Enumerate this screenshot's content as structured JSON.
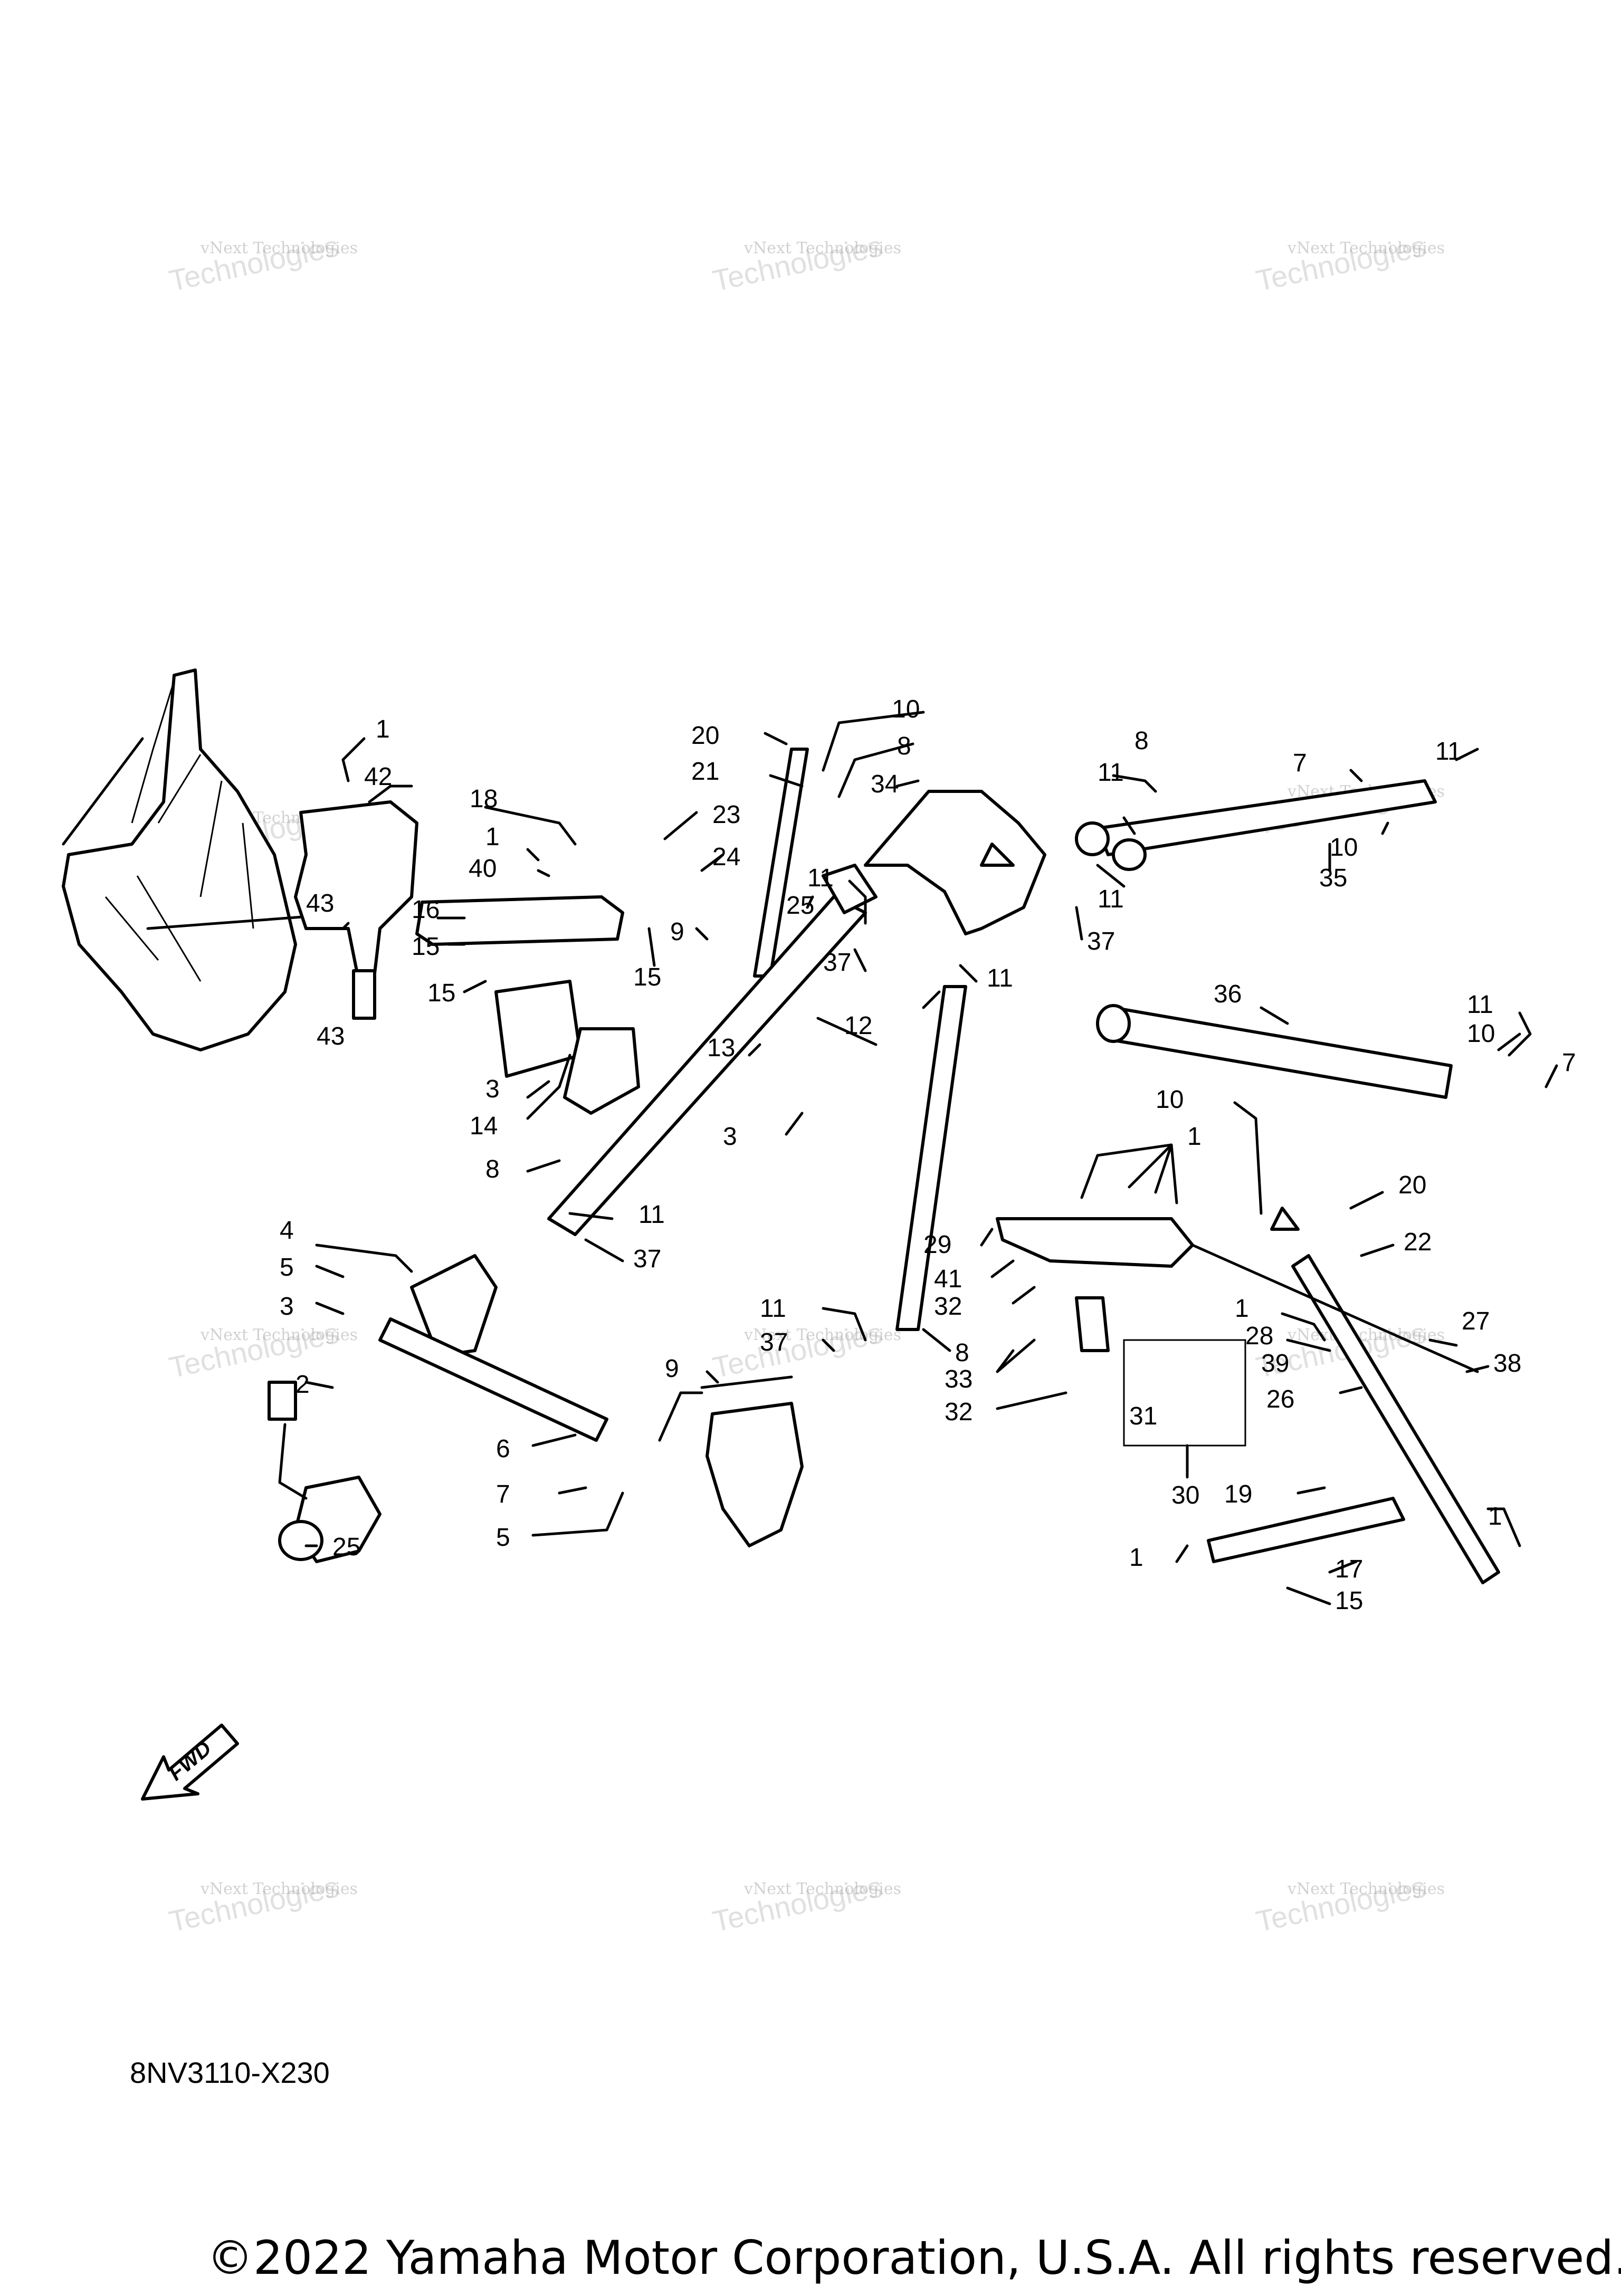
{
  "diagram_code": "8NV3110-X230",
  "copyright": "©2022 Yamaha Motor Corporation, U.S.A. All rights reserved.",
  "fwd_label": "FWD",
  "watermark": {
    "line1": "vNext Technologies",
    "line2": "Technologies",
    "line3": "vNext"
  },
  "callouts": [
    {
      "id": "c1",
      "label": "1"
    },
    {
      "id": "c42",
      "label": "42"
    },
    {
      "id": "c43a",
      "label": "43"
    },
    {
      "id": "c43b",
      "label": "43"
    },
    {
      "id": "c18",
      "label": "18"
    },
    {
      "id": "c1b",
      "label": "1"
    },
    {
      "id": "c40",
      "label": "40"
    },
    {
      "id": "c16",
      "label": "16"
    },
    {
      "id": "c15a",
      "label": "15"
    },
    {
      "id": "c15b",
      "label": "15"
    },
    {
      "id": "c15c",
      "label": "15"
    },
    {
      "id": "c9a",
      "label": "9"
    },
    {
      "id": "c23",
      "label": "23"
    },
    {
      "id": "c24",
      "label": "24"
    },
    {
      "id": "c20a",
      "label": "20"
    },
    {
      "id": "c21",
      "label": "21"
    },
    {
      "id": "c10a",
      "label": "10"
    },
    {
      "id": "c8a",
      "label": "8"
    },
    {
      "id": "c34",
      "label": "34"
    },
    {
      "id": "c25a",
      "label": "25"
    },
    {
      "id": "c11a",
      "label": "11"
    },
    {
      "id": "c37a",
      "label": "37"
    },
    {
      "id": "c8b",
      "label": "8"
    },
    {
      "id": "c11b",
      "label": "11"
    },
    {
      "id": "c11c",
      "label": "11"
    },
    {
      "id": "c37b",
      "label": "37"
    },
    {
      "id": "c7a",
      "label": "7"
    },
    {
      "id": "c11d",
      "label": "11"
    },
    {
      "id": "c10b",
      "label": "10"
    },
    {
      "id": "c35",
      "label": "35"
    },
    {
      "id": "c11e",
      "label": "11"
    },
    {
      "id": "c12",
      "label": "12"
    },
    {
      "id": "c36",
      "label": "36"
    },
    {
      "id": "c11f",
      "label": "11"
    },
    {
      "id": "c10c",
      "label": "10"
    },
    {
      "id": "c7b",
      "label": "7"
    },
    {
      "id": "c3a",
      "label": "3"
    },
    {
      "id": "c14",
      "label": "14"
    },
    {
      "id": "c8c",
      "label": "8"
    },
    {
      "id": "c13",
      "label": "13"
    },
    {
      "id": "c3b",
      "label": "3"
    },
    {
      "id": "c11g",
      "label": "11"
    },
    {
      "id": "c37c",
      "label": "37"
    },
    {
      "id": "c10d",
      "label": "10"
    },
    {
      "id": "c1c",
      "label": "1"
    },
    {
      "id": "c20b",
      "label": "20"
    },
    {
      "id": "c22",
      "label": "22"
    },
    {
      "id": "c29",
      "label": "29"
    },
    {
      "id": "c41",
      "label": "41"
    },
    {
      "id": "c32a",
      "label": "32"
    },
    {
      "id": "c1d",
      "label": "1"
    },
    {
      "id": "c27",
      "label": "27"
    },
    {
      "id": "c28",
      "label": "28"
    },
    {
      "id": "c39",
      "label": "39"
    },
    {
      "id": "c38",
      "label": "38"
    },
    {
      "id": "c26",
      "label": "26"
    },
    {
      "id": "c4",
      "label": "4"
    },
    {
      "id": "c5a",
      "label": "5"
    },
    {
      "id": "c3c",
      "label": "3"
    },
    {
      "id": "c2",
      "label": "2"
    },
    {
      "id": "c11h",
      "label": "11"
    },
    {
      "id": "c37d",
      "label": "37"
    },
    {
      "id": "c8d",
      "label": "8"
    },
    {
      "id": "c33",
      "label": "33"
    },
    {
      "id": "c32b",
      "label": "32"
    },
    {
      "id": "c31",
      "label": "31"
    },
    {
      "id": "c30",
      "label": "30"
    },
    {
      "id": "c9b",
      "label": "9"
    },
    {
      "id": "c6",
      "label": "6"
    },
    {
      "id": "c7c",
      "label": "7"
    },
    {
      "id": "c5b",
      "label": "5"
    },
    {
      "id": "c25b",
      "label": "25"
    },
    {
      "id": "c19",
      "label": "19"
    },
    {
      "id": "c1e",
      "label": "1"
    },
    {
      "id": "c1f",
      "label": "1"
    },
    {
      "id": "c17",
      "label": "17"
    },
    {
      "id": "c15d",
      "label": "15"
    }
  ]
}
